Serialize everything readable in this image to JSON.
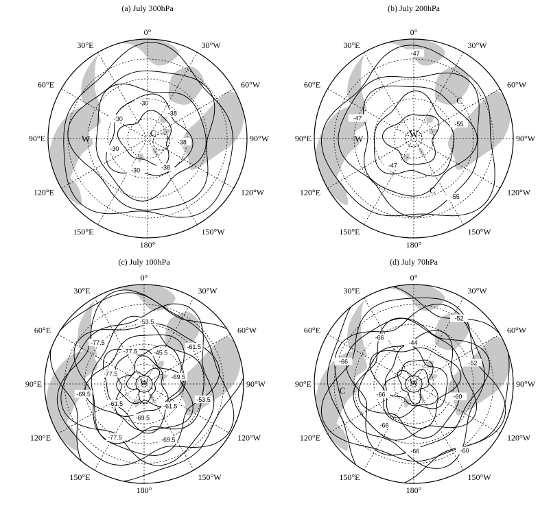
{
  "panels": [
    {
      "title": "(a)  July 300hPa",
      "lon_labels": [
        "0°",
        "30°W",
        "60°W",
        "90°W",
        "120°W",
        "150°W",
        "180°",
        "150°E",
        "120°E",
        "90°E",
        "60°E",
        "30°E"
      ],
      "contour_labels": [
        "-30",
        "-30",
        "-30",
        "-30",
        "-38",
        "-38",
        "-38"
      ],
      "marks": [
        "W",
        "C"
      ]
    },
    {
      "title": "(b)  July 200hPa",
      "lon_labels": [
        "0°",
        "30°W",
        "60°W",
        "90°W",
        "120°W",
        "150°W",
        "180°",
        "150°E",
        "120°E",
        "90°E",
        "60°E",
        "30°E"
      ],
      "contour_labels": [
        "-47",
        "-47",
        "-47",
        "-55",
        "-55"
      ],
      "marks": [
        "W",
        "W",
        "C",
        "C"
      ]
    },
    {
      "title": "(c)  July 100hPa",
      "lon_labels": [
        "0°",
        "30°W",
        "60°W",
        "90°W",
        "120°W",
        "150°W",
        "180°",
        "150°E",
        "120°E",
        "90°E",
        "60°E",
        "30°E"
      ],
      "contour_labels": [
        "-61.5",
        "-69.5",
        "-77.5",
        "-77.5",
        "-77.5",
        "-53.5",
        "-45.5",
        "-61.5",
        "-69.5",
        "-53.5",
        "-61.5",
        "-69.5",
        "-69.5",
        "-77.5"
      ],
      "marks": [
        "W"
      ]
    },
    {
      "title": "(d)  July 70hPa",
      "lon_labels": [
        "0°",
        "30°W",
        "60°W",
        "90°W",
        "120°W",
        "150°W",
        "180°",
        "150°E",
        "120°E",
        "90°E",
        "60°E",
        "30°E"
      ],
      "contour_labels": [
        "-66",
        "-66",
        "-66",
        "-44",
        "-52",
        "-52",
        "-60",
        "-60",
        "-66",
        "-66"
      ],
      "marks": [
        "C",
        "W"
      ]
    }
  ],
  "colors": {
    "land": "#c8c8c8",
    "line": "#000000",
    "background": "#ffffff"
  }
}
